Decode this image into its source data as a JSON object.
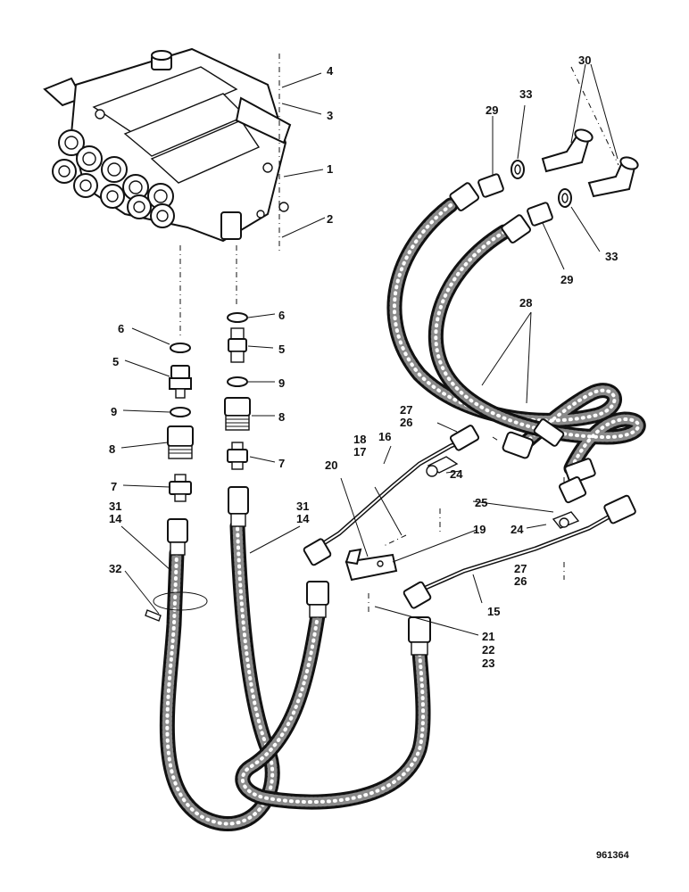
{
  "drawing_number": "961364",
  "callouts": [
    {
      "id": "c1",
      "text": "1"
    },
    {
      "id": "c2",
      "text": "2"
    },
    {
      "id": "c3",
      "text": "3"
    },
    {
      "id": "c4",
      "text": "4"
    },
    {
      "id": "c5a",
      "text": "5"
    },
    {
      "id": "c5b",
      "text": "5"
    },
    {
      "id": "c6a",
      "text": "6"
    },
    {
      "id": "c6b",
      "text": "6"
    },
    {
      "id": "c7a",
      "text": "7"
    },
    {
      "id": "c7b",
      "text": "7"
    },
    {
      "id": "c8a",
      "text": "8"
    },
    {
      "id": "c8b",
      "text": "8"
    },
    {
      "id": "c9a",
      "text": "9"
    },
    {
      "id": "c9b",
      "text": "9"
    },
    {
      "id": "c14a",
      "text": "14"
    },
    {
      "id": "c14b",
      "text": "14"
    },
    {
      "id": "c15",
      "text": "15"
    },
    {
      "id": "c16",
      "text": "16"
    },
    {
      "id": "c17",
      "text": "17"
    },
    {
      "id": "c18",
      "text": "18"
    },
    {
      "id": "c19",
      "text": "19"
    },
    {
      "id": "c20",
      "text": "20"
    },
    {
      "id": "c21",
      "text": "21"
    },
    {
      "id": "c22",
      "text": "22"
    },
    {
      "id": "c23",
      "text": "23"
    },
    {
      "id": "c24a",
      "text": "24"
    },
    {
      "id": "c24b",
      "text": "24"
    },
    {
      "id": "c25",
      "text": "25"
    },
    {
      "id": "c26a",
      "text": "26"
    },
    {
      "id": "c26b",
      "text": "26"
    },
    {
      "id": "c27a",
      "text": "27"
    },
    {
      "id": "c27b",
      "text": "27"
    },
    {
      "id": "c28",
      "text": "28"
    },
    {
      "id": "c29a",
      "text": "29"
    },
    {
      "id": "c29b",
      "text": "29"
    },
    {
      "id": "c30",
      "text": "30"
    },
    {
      "id": "c31a",
      "text": "31"
    },
    {
      "id": "c31b",
      "text": "31"
    },
    {
      "id": "c32",
      "text": "32"
    },
    {
      "id": "c33a",
      "text": "33"
    },
    {
      "id": "c33b",
      "text": "33"
    }
  ]
}
